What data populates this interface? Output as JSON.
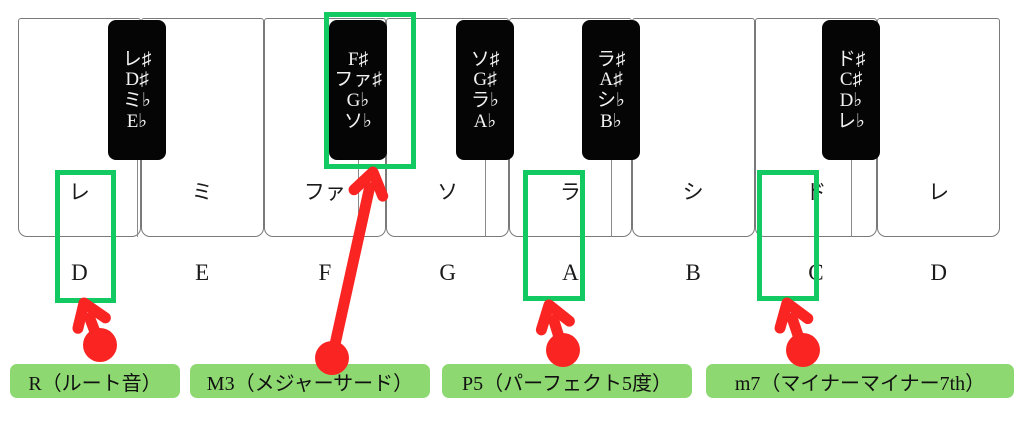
{
  "keyboard": {
    "white_keys": [
      {
        "kana": "レ",
        "latin": "D",
        "highlighted": true
      },
      {
        "kana": "ミ",
        "latin": "E",
        "highlighted": false
      },
      {
        "kana": "ファ",
        "latin": "F",
        "highlighted": false
      },
      {
        "kana": "ソ",
        "latin": "G",
        "highlighted": false
      },
      {
        "kana": "ラ",
        "latin": "A",
        "highlighted": true
      },
      {
        "kana": "シ",
        "latin": "B",
        "highlighted": false
      },
      {
        "kana": "ド",
        "latin": "C",
        "highlighted": true
      },
      {
        "kana": "レ",
        "latin": "D",
        "highlighted": false
      }
    ],
    "black_keys": [
      {
        "lines": [
          "レ♯",
          "D♯",
          "ミ♭",
          "E♭"
        ],
        "highlighted": false
      },
      {
        "lines": [
          "F♯",
          "ファ♯",
          "G♭",
          "ソ♭"
        ],
        "highlighted": true
      },
      {
        "lines": [
          "ソ♯",
          "G♯",
          "ラ♭",
          "A♭"
        ],
        "highlighted": false
      },
      {
        "lines": [
          "ラ♯",
          "A♯",
          "シ♭",
          "B♭"
        ],
        "highlighted": false
      },
      {
        "lines": [
          "ド♯",
          "C♯",
          "D♭",
          "レ♭"
        ],
        "highlighted": false
      }
    ]
  },
  "chord_tones": [
    {
      "label": "R（ルート音）",
      "target": "D"
    },
    {
      "label": "M3（メジャーサード）",
      "target": "F#"
    },
    {
      "label": "P5（パーフェクト5度）",
      "target": "A"
    },
    {
      "label": "m7（マイナーマイナー7th）",
      "target": "C"
    }
  ],
  "colors": {
    "highlight_green": "#12c962",
    "pill_green": "#8ed872",
    "arrow_red": "#fa2423",
    "black_key": "#050505",
    "white_key": "#ffffff"
  }
}
